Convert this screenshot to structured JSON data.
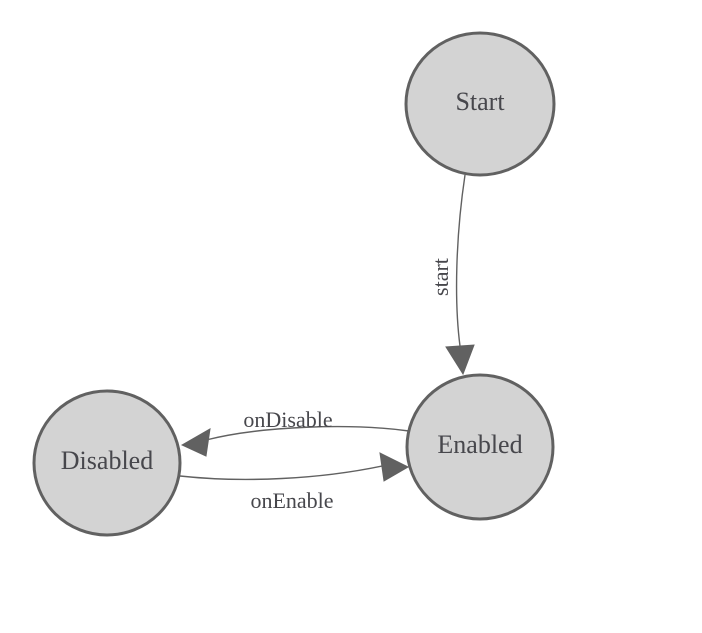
{
  "diagram": {
    "type": "state-machine",
    "colors": {
      "background": "#ffffff",
      "node_fill": "#d3d3d3",
      "node_stroke": "#616161",
      "edge_stroke": "#616161",
      "label_text": "#47474c"
    },
    "nodes": [
      {
        "id": "Start",
        "label": "Start"
      },
      {
        "id": "Enabled",
        "label": "Enabled"
      },
      {
        "id": "Disabled",
        "label": "Disabled"
      }
    ],
    "edges": [
      {
        "from": "Start",
        "to": "Enabled",
        "label": "start"
      },
      {
        "from": "Enabled",
        "to": "Disabled",
        "label": "onDisable"
      },
      {
        "from": "Disabled",
        "to": "Enabled",
        "label": "onEnable"
      }
    ]
  }
}
